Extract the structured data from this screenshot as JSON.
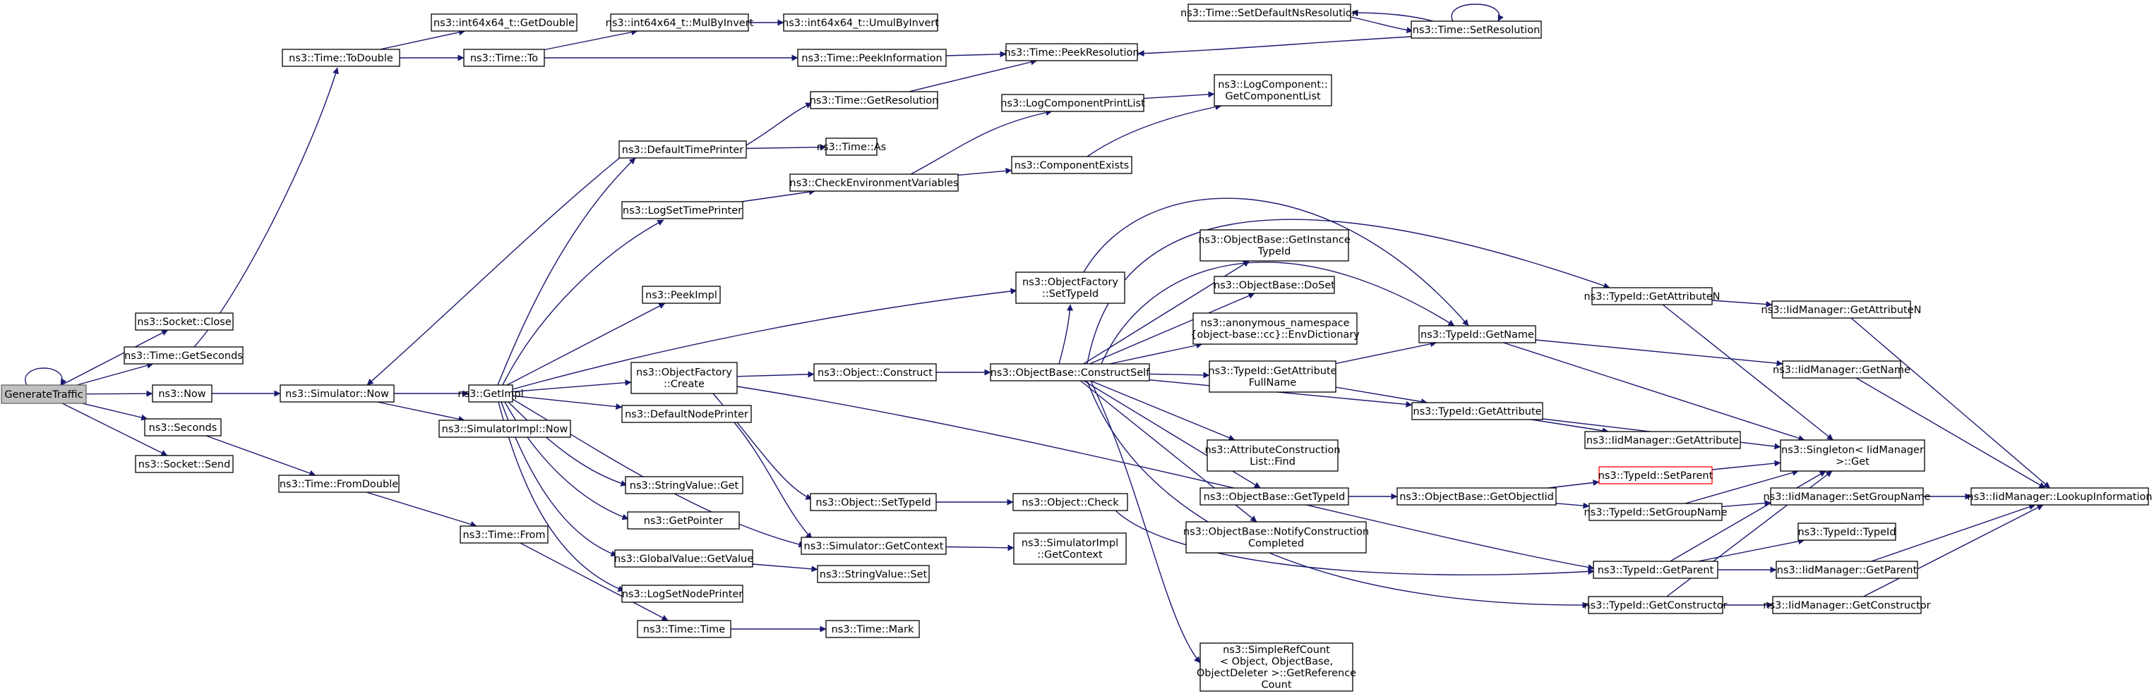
{
  "colors": {
    "edge": "#191970",
    "root_fill": "#bfbfbf",
    "highlight_border": "#ff0000"
  },
  "nodes": [
    {
      "id": "gen",
      "label": "GenerateTraffic",
      "style": "root"
    },
    {
      "id": "sockclose",
      "label": "ns3::Socket::Close"
    },
    {
      "id": "getseconds",
      "label": "ns3::Time::GetSeconds"
    },
    {
      "id": "now",
      "label": "ns3::Now"
    },
    {
      "id": "seconds",
      "label": "ns3::Seconds"
    },
    {
      "id": "socksend",
      "label": "ns3::Socket::Send"
    },
    {
      "id": "todouble",
      "label": "ns3::Time::ToDouble"
    },
    {
      "id": "getdouble",
      "label": "ns3::int64x64_t::GetDouble"
    },
    {
      "id": "timeto",
      "label": "ns3::Time::To"
    },
    {
      "id": "mulbyinv",
      "label": "ns3::int64x64_t::MulByInvert"
    },
    {
      "id": "umulbyinv",
      "label": "ns3::int64x64_t::UmulByInvert"
    },
    {
      "id": "peekinfo",
      "label": "ns3::Time::PeekInformation"
    },
    {
      "id": "peekres",
      "label": "ns3::Time::PeekResolution"
    },
    {
      "id": "setdefns",
      "label": "ns3::Time::SetDefaultNsResolution"
    },
    {
      "id": "setres",
      "label": "ns3::Time::SetResolution"
    },
    {
      "id": "getres",
      "label": "ns3::Time::GetResolution"
    },
    {
      "id": "simnow",
      "label": "ns3::Simulator::Now"
    },
    {
      "id": "getimpl",
      "label": "ns3::GetImpl"
    },
    {
      "id": "simimplnow",
      "label": "ns3::SimulatorImpl::Now"
    },
    {
      "id": "deftimeprinter",
      "label": "ns3::DefaultTimePrinter"
    },
    {
      "id": "timeas",
      "label": "ns3::Time::As"
    },
    {
      "id": "logcompprintlist",
      "label": "ns3::LogComponentPrintList"
    },
    {
      "id": "logcompgetlist",
      "label": "ns3::LogComponent::GetComponentList",
      "lines": [
        "ns3::LogComponent::",
        "GetComponentList"
      ]
    },
    {
      "id": "checkenv",
      "label": "ns3::CheckEnvironmentVariables"
    },
    {
      "id": "compexists",
      "label": "ns3::ComponentExists"
    },
    {
      "id": "logsettimeprinter",
      "label": "ns3::LogSetTimePrinter"
    },
    {
      "id": "peekimpl",
      "label": "ns3::PeekImpl"
    },
    {
      "id": "ofsettypeid",
      "label": "ns3::ObjectFactory::SetTypeId",
      "lines": [
        "ns3::ObjectFactory",
        "::SetTypeId"
      ]
    },
    {
      "id": "obgetinst",
      "label": "ns3::ObjectBase::GetInstanceTypeId",
      "lines": [
        "ns3::ObjectBase::GetInstance",
        "TypeId"
      ]
    },
    {
      "id": "obdoset",
      "label": "ns3::ObjectBase::DoSet"
    },
    {
      "id": "envdict",
      "label": "ns3::anonymous_namespace{object-base.cc}::EnvDictionary",
      "lines": [
        "ns3::anonymous_namespace",
        "{object-base::cc}::EnvDictionary"
      ]
    },
    {
      "id": "tidgetattrn",
      "label": "ns3::TypeId::GetAttributeN"
    },
    {
      "id": "iidgetattrn",
      "label": "ns3::IidManager::GetAttributeN"
    },
    {
      "id": "tidgetname",
      "label": "ns3::TypeId::GetName"
    },
    {
      "id": "ofcreate",
      "label": "ns3::ObjectFactory::Create",
      "lines": [
        "ns3::ObjectFactory",
        "::Create"
      ]
    },
    {
      "id": "objconstruct",
      "label": "ns3::Object::Construct"
    },
    {
      "id": "obconstructself",
      "label": "ns3::ObjectBase::ConstructSelf"
    },
    {
      "id": "tidgetattrfull",
      "label": "ns3::TypeId::GetAttributeFullName",
      "lines": [
        "ns3::TypeId::GetAttribute",
        "FullName"
      ]
    },
    {
      "id": "iidgetname",
      "label": "ns3::IidManager::GetName"
    },
    {
      "id": "defnodeprinter",
      "label": "ns3::DefaultNodePrinter"
    },
    {
      "id": "tidgetattr",
      "label": "ns3::TypeId::GetAttribute"
    },
    {
      "id": "iidgetattr",
      "label": "ns3::IidManager::GetAttribute"
    },
    {
      "id": "singletonget",
      "label": "ns3::Singleton< IidManager >::Get",
      "lines": [
        "ns3::Singleton< IidManager",
        ">::Get"
      ]
    },
    {
      "id": "attrconstruct",
      "label": "ns3::AttributeConstructionList::Find",
      "lines": [
        "ns3::AttributeConstruction",
        "List::Find"
      ]
    },
    {
      "id": "timefromdouble",
      "label": "ns3::Time::FromDouble"
    },
    {
      "id": "stringvalget",
      "label": "ns3::StringValue::Get"
    },
    {
      "id": "objsettypeid",
      "label": "ns3::Object::SetTypeId"
    },
    {
      "id": "objcheck",
      "label": "ns3::Object::Check"
    },
    {
      "id": "obgettypeid",
      "label": "ns3::ObjectBase::GetTypeId"
    },
    {
      "id": "obgetobjiid",
      "label": "ns3::ObjectBase::GetObjectIid"
    },
    {
      "id": "tidsetparent",
      "label": "ns3::TypeId::SetParent",
      "style": "red"
    },
    {
      "id": "iidsetgroup",
      "label": "ns3::IidManager::SetGroupName"
    },
    {
      "id": "iidlookup",
      "label": "ns3::IidManager::LookupInformation"
    },
    {
      "id": "tidsetgroup",
      "label": "ns3::TypeId::SetGroupName"
    },
    {
      "id": "getpointer",
      "label": "ns3::GetPointer"
    },
    {
      "id": "obnotify",
      "label": "ns3::ObjectBase::NotifyConstructionCompleted",
      "lines": [
        "ns3::ObjectBase::NotifyConstruction",
        "Completed"
      ]
    },
    {
      "id": "timefrom",
      "label": "ns3::Time::From"
    },
    {
      "id": "tidtypeid",
      "label": "ns3::TypeId::TypeId"
    },
    {
      "id": "simgetctx",
      "label": "ns3::Simulator::GetContext"
    },
    {
      "id": "simimplgetctx",
      "label": "ns3::SimulatorImpl::GetContext",
      "lines": [
        "ns3::SimulatorImpl",
        "::GetContext"
      ]
    },
    {
      "id": "globalvalget",
      "label": "ns3::GlobalValue::GetValue"
    },
    {
      "id": "stringvalset",
      "label": "ns3::StringValue::Set"
    },
    {
      "id": "tidgetparent",
      "label": "ns3::TypeId::GetParent"
    },
    {
      "id": "iidgetparent",
      "label": "ns3::IidManager::GetParent"
    },
    {
      "id": "logsetnodeprinter",
      "label": "ns3::LogSetNodePrinter"
    },
    {
      "id": "tidgetctor",
      "label": "ns3::TypeId::GetConstructor"
    },
    {
      "id": "iidgetctor",
      "label": "ns3::IidManager::GetConstructor"
    },
    {
      "id": "timetime",
      "label": "ns3::Time::Time"
    },
    {
      "id": "timemark",
      "label": "ns3::Time::Mark"
    },
    {
      "id": "refcount",
      "label": "ns3::SimpleRefCount< Object, ObjectBase, ObjectDeleter >::GetReferenceCount",
      "lines": [
        "ns3::SimpleRefCount",
        "< Object, ObjectBase,",
        "ObjectDeleter >::GetReference",
        "Count"
      ]
    }
  ]
}
